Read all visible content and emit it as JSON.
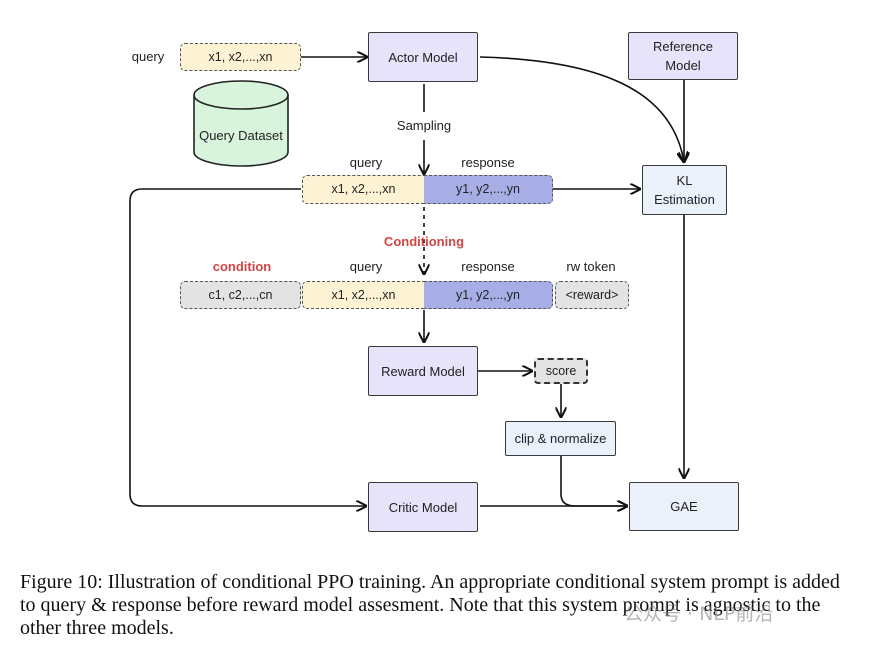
{
  "labels": {
    "query_top": "query",
    "sampling": "Sampling",
    "query_mid": "query",
    "response_mid": "response",
    "conditioning": "Conditioning",
    "condition": "condition",
    "query_low": "query",
    "response_low": "response",
    "rw_token": "rw token"
  },
  "boxes": {
    "x_top": "x1, x2,...,xn",
    "actor_model": "Actor Model",
    "reference_model": "Reference Model",
    "query_dataset": "Query Dataset",
    "x_mid": "x1, x2,...,xn",
    "y_mid": "y1, y2,...,yn",
    "kl_estimation": "KL Estimation",
    "c_low": "c1, c2,...,cn",
    "x_low": "x1, x2,...,xn",
    "y_low": "y1, y2,...,yn",
    "reward_token": "<reward>",
    "reward_model": "Reward Model",
    "score": "score",
    "clip_normalize": "clip & normalize",
    "critic_model": "Critic Model",
    "gae": "GAE"
  },
  "caption": "Figure 10: Illustration of conditional PPO training. An appropriate conditional system prompt is added to query & response before reward model assesment. Note that this system prompt is agnostic to the other three models.",
  "watermark": "公众号 · NLP前沿",
  "colors": {
    "model_fill": "#e6e3fb",
    "query_fill": "#fdf3d4",
    "response_fill": "#a7aee6",
    "condition_fill": "#e3e3e3",
    "dataset_fill": "#d8f4dc",
    "kl_gae_fill": "#eaf1fb",
    "highlight_text": "#d04545"
  }
}
